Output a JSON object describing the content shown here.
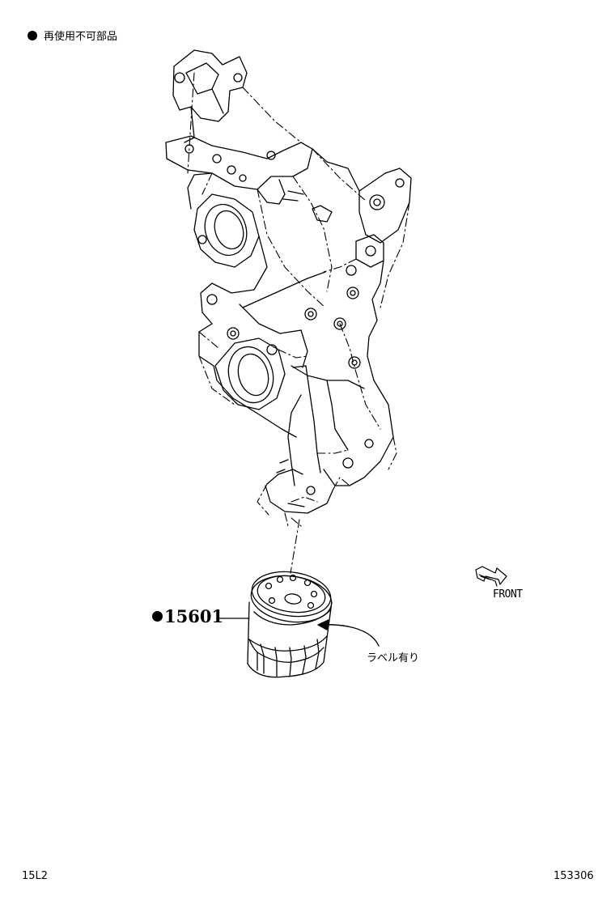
{
  "legend": {
    "text": "再使用不可部品"
  },
  "part": {
    "number": "15601"
  },
  "callout": {
    "text": "ラベル有り"
  },
  "front": {
    "text": "FRONT"
  },
  "footer": {
    "left": "15L2",
    "right": "153306"
  }
}
